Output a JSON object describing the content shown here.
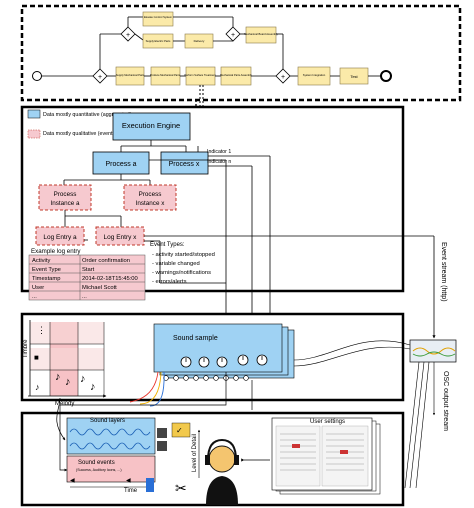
{
  "process_model": {
    "tasks": {
      "t1": "Elevate Control System",
      "t2": "Supply Electric Parts",
      "t3": "Delivery",
      "t4": "Mechanical Board Assembly",
      "t5": "Supply Mechanical Parts",
      "t6": "Produce Mechanical Parts",
      "t7": "Perform Surface Treatment",
      "t8": "Mechanical Parts Assembly",
      "t9": "System Integration",
      "t10": "Test"
    }
  },
  "legend": {
    "quantitative": "Data mostly quantitative (aggregated)",
    "qualitative": "Data mostly qualitative (event-based)"
  },
  "engine": {
    "execution_engine": "Execution Engine",
    "process_a": "Process a",
    "process_x": "Process x",
    "instance_a_l1": "Process",
    "instance_a_l2": "Instance a",
    "instance_x_l1": "Process",
    "instance_x_l2": "Instance x",
    "log_entry_a": "Log Entry a",
    "log_entry_x": "Log Entry x",
    "indicator_1": "Indicator 1",
    "indicator_n": "Indicator n"
  },
  "log_example": {
    "title": "Example log entry",
    "rows": [
      {
        "key": "Activity",
        "value": "Order confirmation"
      },
      {
        "key": "Event Type",
        "value": "Start"
      },
      {
        "key": "Timestamp",
        "value": "2014-02-18T15:45:00"
      },
      {
        "key": "User",
        "value": "Michael Scott"
      },
      {
        "key": "...",
        "value": "..."
      }
    ]
  },
  "event_types": {
    "title": "Event Types:",
    "items": [
      "- activity started/stopped",
      "- variable changed",
      "- warnings/notifications",
      "- errors/alerts",
      "..."
    ]
  },
  "side_labels": {
    "event_stream": "Event stream (http)",
    "osc_stream": "OSC output stream"
  },
  "sonification": {
    "timbre": "Timbre",
    "melody": "Melody",
    "sound_sample": "Sound sample"
  },
  "listener": {
    "sound_layers": "Sound layers",
    "sound_events": "Sound events",
    "sound_events_sub": "(Success, Auditory Icons, ...)",
    "time": "Time",
    "level_of_detail": "Level of Detail",
    "user_settings": "User settings"
  },
  "colors": {
    "quantitative_fill": "#9fd2f3",
    "qualitative_fill": "#f6c9cf",
    "qualitative_stroke": "#c0392b",
    "task_fill": "#fbeaa9",
    "pink_tab": "#f7c2c6"
  }
}
